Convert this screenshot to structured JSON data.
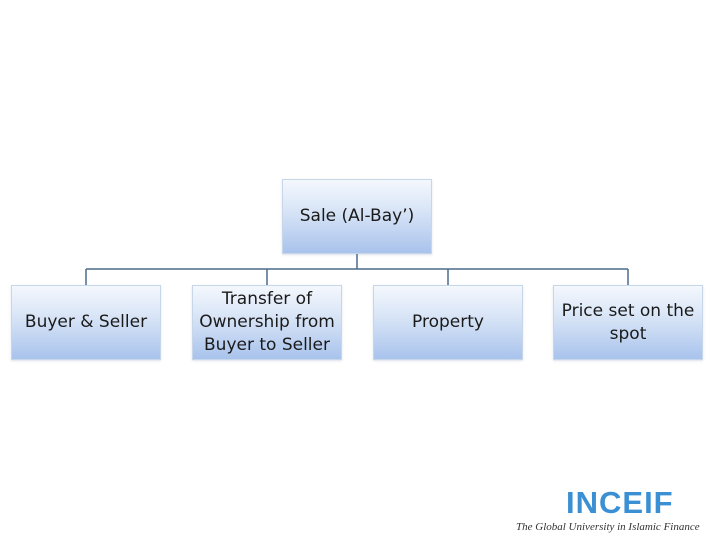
{
  "diagram": {
    "root": {
      "label": "Sale (Al-Bay’)"
    },
    "children": [
      {
        "label": "Buyer & Seller"
      },
      {
        "label": "Transfer of Ownership from Buyer to Seller"
      },
      {
        "label": "Property"
      },
      {
        "label": "Price set on the spot"
      }
    ]
  },
  "logo": {
    "wordmark": "INCEIF",
    "tagline": "The Global University in Islamic Finance",
    "color": "#3b8fd3"
  }
}
